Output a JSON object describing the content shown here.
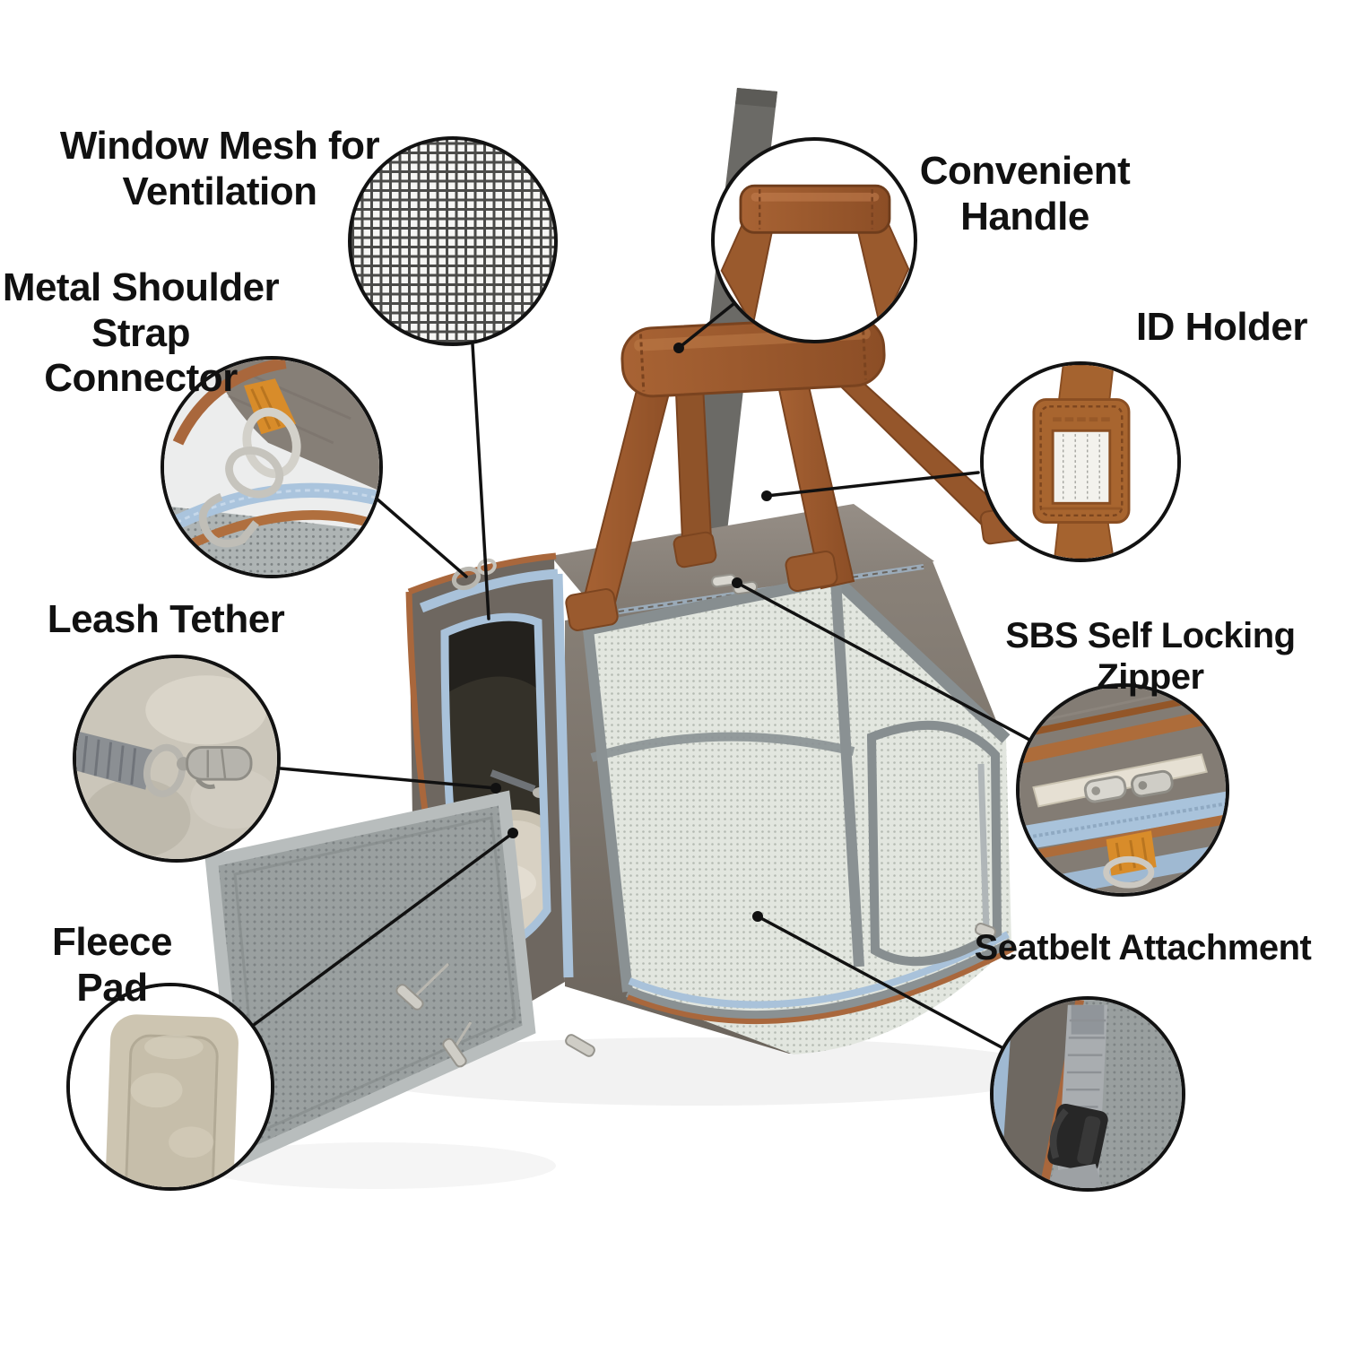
{
  "page": {
    "background_color": "#ffffff",
    "text_color": "#111111",
    "line_color": "#111111"
  },
  "callouts": [
    {
      "id": "window-mesh",
      "label": "Window Mesh for\nVentilation"
    },
    {
      "id": "metal-shoulder-strap-connector",
      "label": "Metal Shoulder\nStrap Connector"
    },
    {
      "id": "leash-tether",
      "label": "Leash Tether"
    },
    {
      "id": "fleece-pad",
      "label": "Fleece Pad"
    },
    {
      "id": "convenient-handle",
      "label": "Convenient\nHandle"
    },
    {
      "id": "id-holder",
      "label": "ID Holder"
    },
    {
      "id": "sbs-self-locking-zipper",
      "label": "SBS Self Locking Zipper"
    },
    {
      "id": "seatbelt-attachment",
      "label": "Seatbelt Attachment"
    }
  ],
  "product": {
    "colors": {
      "fabric_gray": "#7c756d",
      "leather_brown": "#9e5c30",
      "zipper_blue": "#a9c2da",
      "mesh_light": "#e2e6df",
      "webbing_orange": "#d88c2a",
      "fleece_beige": "#d5cec0"
    }
  }
}
